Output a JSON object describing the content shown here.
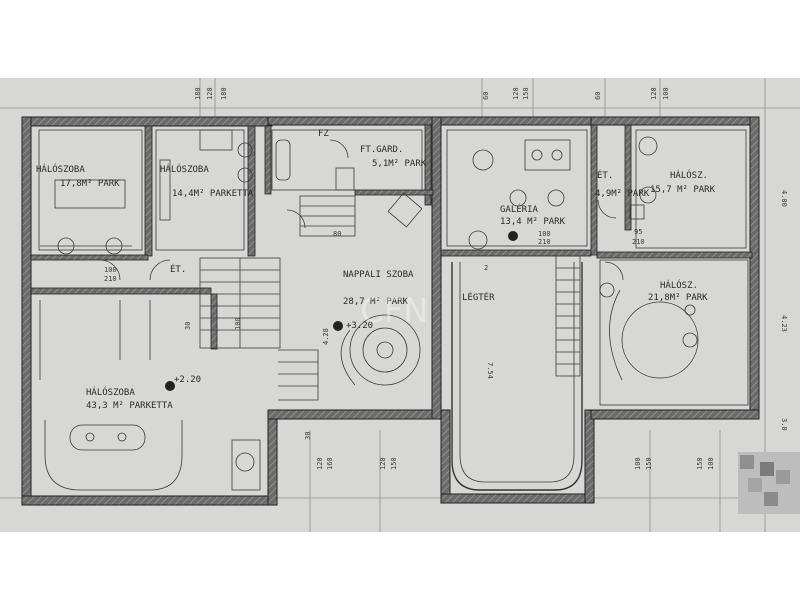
{
  "watermark": "CFN",
  "rooms": [
    {
      "id": "bedroom1",
      "name": "HÁLÓSZOBA",
      "area": "17,8M² PARK"
    },
    {
      "id": "bedroom2",
      "name": "HÁLÓSZOBA",
      "area": "14,4M² PARKETTA"
    },
    {
      "id": "wardrobe",
      "name": "FT.GARD.",
      "area": "5,1M² PARK"
    },
    {
      "id": "living",
      "name": "NAPPALI SZOBA",
      "area": "28,7 M² PARK"
    },
    {
      "id": "gallery",
      "name": "GALÉRIA",
      "area": "13,4 M² PARK"
    },
    {
      "id": "hall",
      "name": "ÉT.",
      "area": "4,9M² PARK"
    },
    {
      "id": "bedroom3",
      "name": "HÁLÓSZ.",
      "area": "15,7 M² PARK"
    },
    {
      "id": "bedroom4",
      "name": "HÁLÓSZ.",
      "area": "21,8M² PARK"
    },
    {
      "id": "master",
      "name": "HÁLÓSZOBA",
      "area": "43,3 M² PARKETTA"
    },
    {
      "id": "void",
      "name": "LÉGTÉR",
      "area": ""
    },
    {
      "id": "fz",
      "name": "FZ",
      "area": ""
    },
    {
      "id": "et_left",
      "name": "ÉT.",
      "area": ""
    }
  ],
  "levels": {
    "living": "+3.20",
    "master": "+2.20"
  },
  "dimensions": {
    "top": [
      "180",
      "120",
      "180",
      "60",
      "120",
      "150",
      "60",
      "120",
      "100"
    ],
    "right": [
      "4.00",
      "4.23",
      "3.0"
    ],
    "bottom": [
      "120",
      "160",
      "120",
      "150",
      "100",
      "150",
      "150",
      "100"
    ],
    "door_small": [
      "100",
      "210",
      "95",
      "210",
      "100",
      "210",
      "100"
    ],
    "span": [
      "7.54",
      "4.28",
      "80",
      "30",
      "30",
      "2"
    ]
  }
}
